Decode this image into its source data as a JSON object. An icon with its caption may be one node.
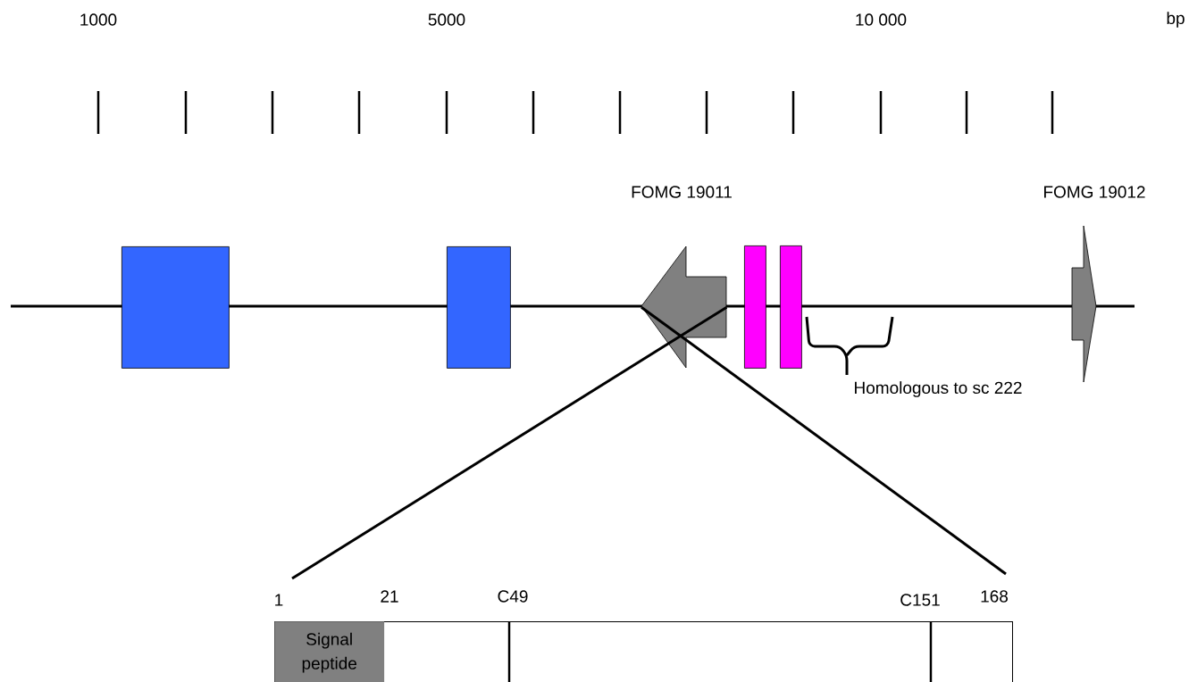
{
  "diagram": {
    "nodes": [
      {
        "text": [],
        "shape": "box"
      },
      {
        "text": [],
        "shape": "box"
      },
      {
        "text": [
          "FOMG 19011"
        ]
      },
      {
        "text": [],
        "shape": "box"
      },
      {
        "text": [],
        "shape": "box"
      },
      {
        "text": [
          "FOMG 19012"
        ]
      },
      {
        "text": [],
        "shape": "box"
      },
      {
        "text": [
          "Signal peptide"
        ],
        "in": 6
      }
    ],
    "edges": [
      {
        "from": 2,
        "to": 6,
        "arrow": "none"
      },
      {
        "from": 2,
        "to": 6,
        "arrow": "none"
      }
    ],
    "labels": [
      "1000",
      "5000",
      "10 000",
      "bp",
      "Homologous to sc 222",
      "1",
      "21",
      "C49",
      "C151",
      "168"
    ]
  }
}
